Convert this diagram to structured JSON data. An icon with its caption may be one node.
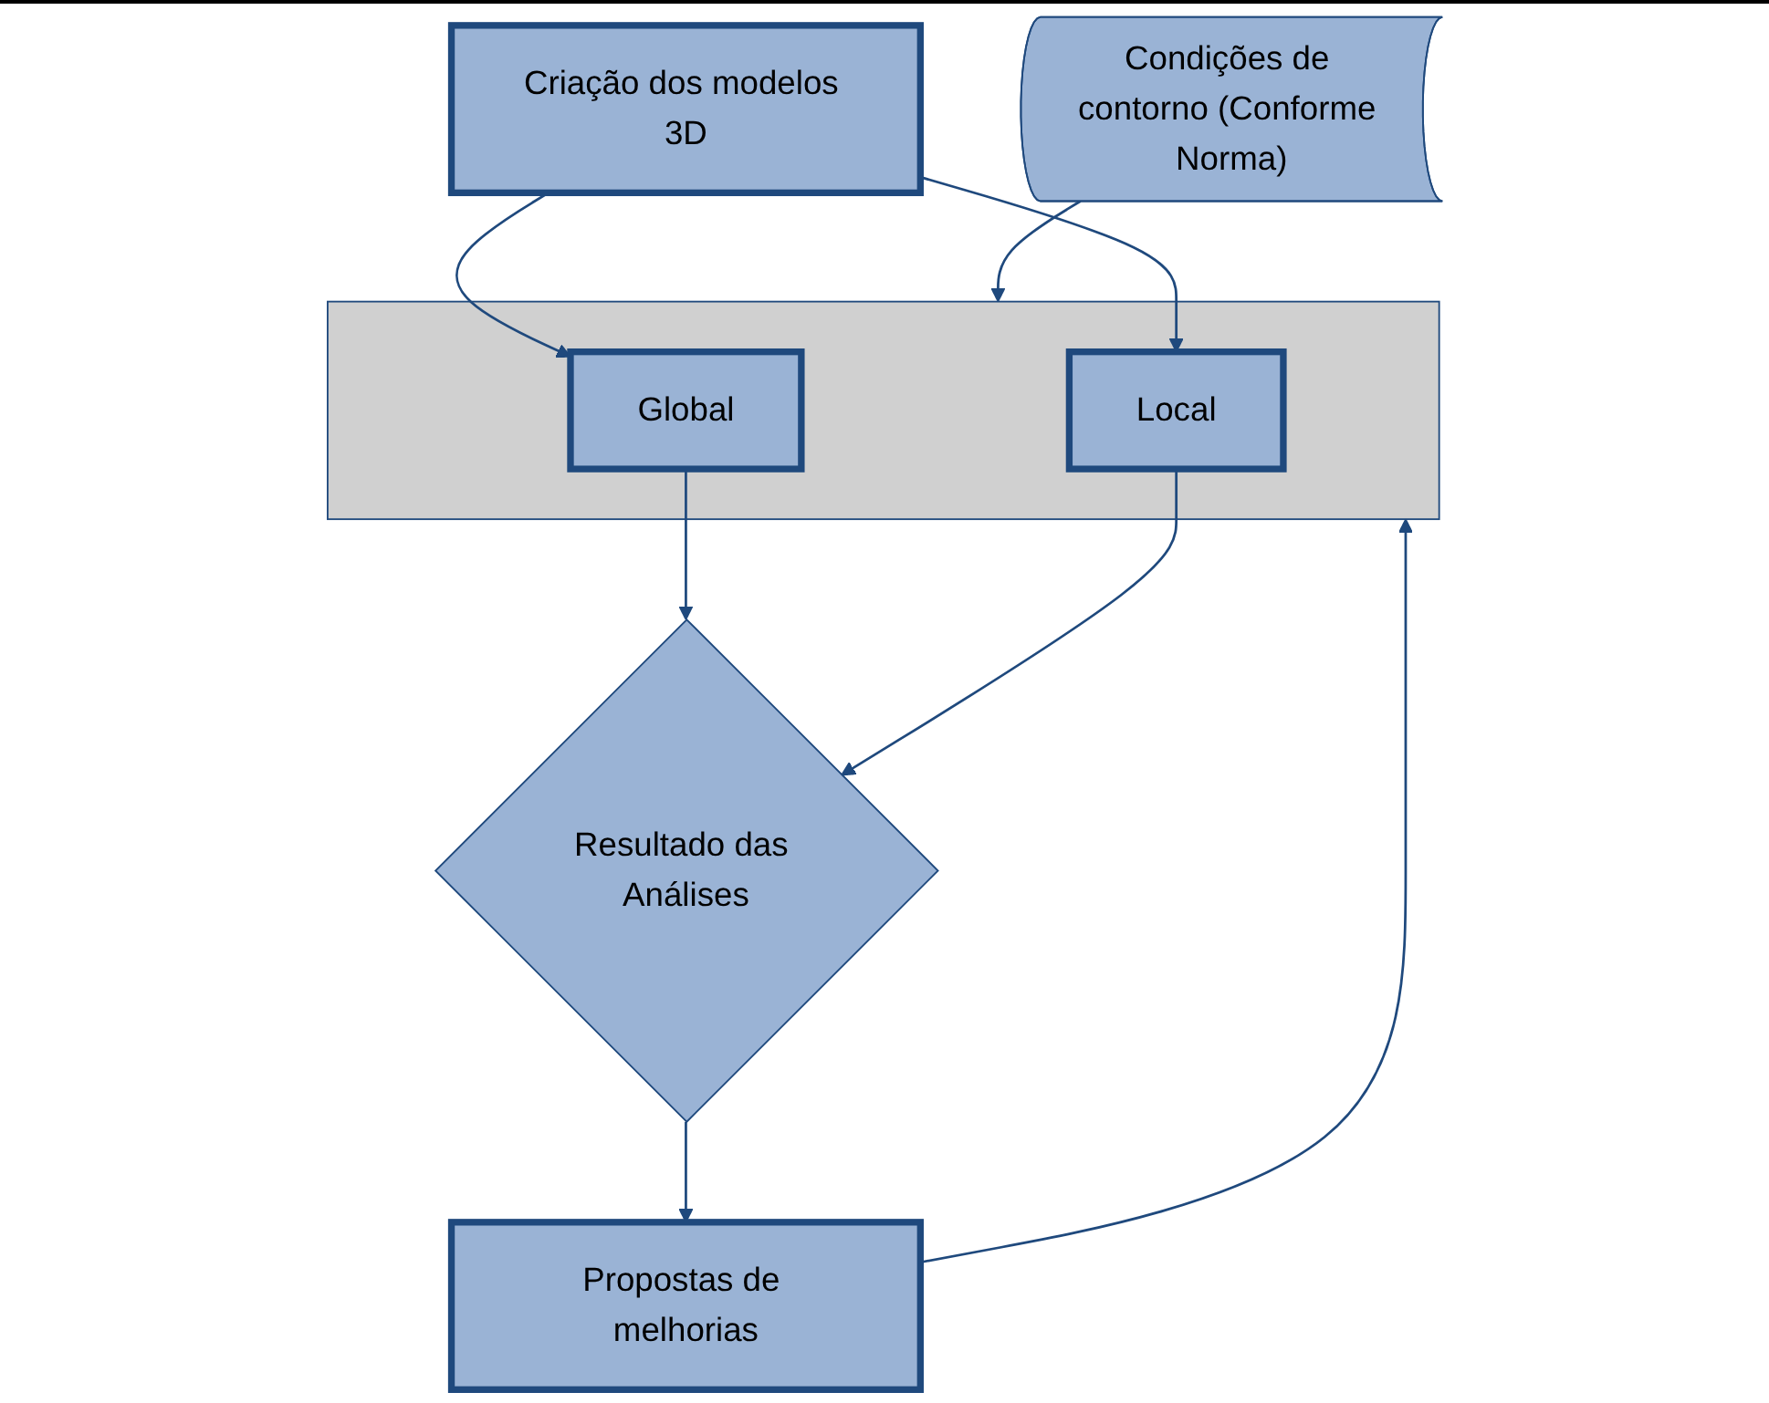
{
  "diagram": {
    "nodes": [
      {
        "text": [
          "Criação dos modelos 3D"
        ]
      },
      {
        "text": [],
        "shape": "box"
      },
      {
        "text": [
          "Global"
        ],
        "in": 1
      },
      {
        "text": [
          "Local"
        ],
        "in": 1
      },
      {
        "text": [
          "Condições de contorno (Conforme Norma)"
        ]
      },
      {
        "text": [
          "Resultado das Análises"
        ]
      },
      {
        "text": [
          "Propostas de melhorias"
        ]
      }
    ],
    "edges": [
      {
        "from": 0,
        "to": 2,
        "arrow": "to"
      },
      {
        "from": 0,
        "to": 3,
        "arrow": "to"
      },
      {
        "from": 2,
        "to": 5,
        "arrow": "to"
      },
      {
        "from": 3,
        "to": 5,
        "arrow": "to"
      },
      {
        "from": 4,
        "to": 1,
        "arrow": "to"
      },
      {
        "from": 5,
        "to": 6,
        "arrow": "to"
      },
      {
        "from": 6,
        "to": 1,
        "arrow": "to"
      }
    ]
  }
}
